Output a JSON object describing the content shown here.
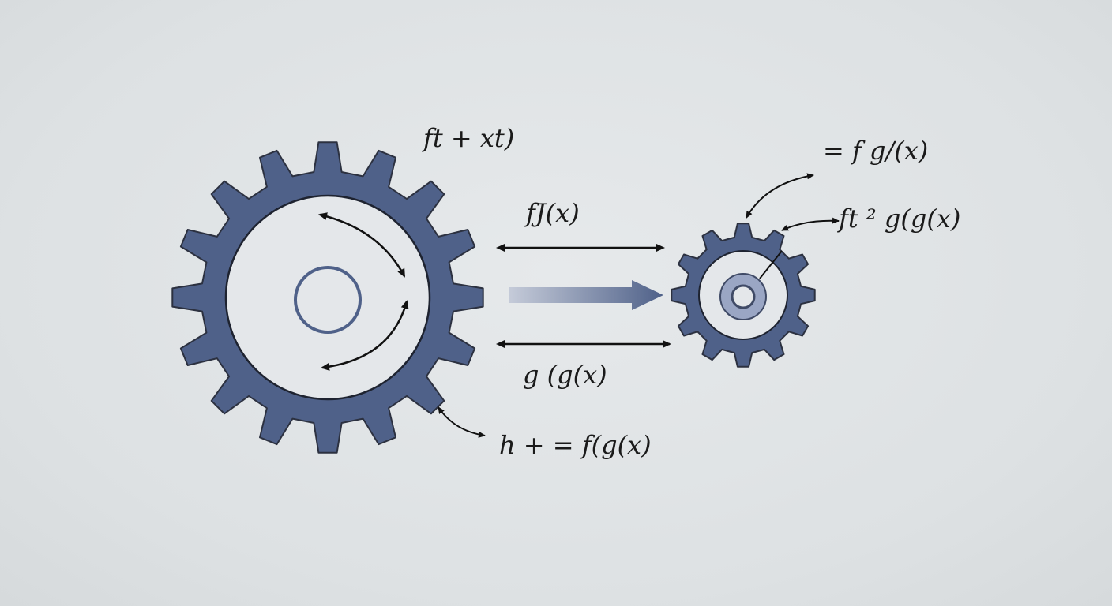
{
  "diagram": {
    "colors": {
      "gear_fill": "#4f6189",
      "gear_stroke": "#2c3140",
      "inner_disc": "#e4e7ea",
      "hub_ring": "#4f6189",
      "small_hub_fill": "#9aa6c4",
      "arrow_color": "#111111",
      "gradient_arrow_start": "#c5cbd9",
      "gradient_arrow_end": "#4f6189"
    },
    "labels": {
      "large_gear_top": "ft + xt)",
      "top_double_arrow": "fJ(x)",
      "bottom_double_arrow": "g (g(x)",
      "large_gear_bottom": "h + = f(g(x)",
      "small_gear_top": "= f g/(x)",
      "small_gear_right": "ft ² g(g(x)"
    }
  }
}
